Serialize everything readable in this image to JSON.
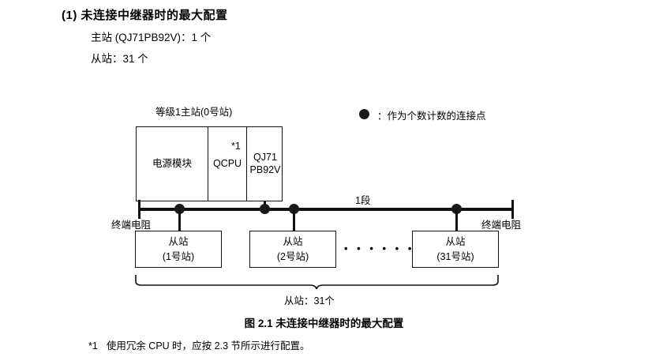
{
  "heading": "(1) 未连接中继器时的最大配置",
  "spec": {
    "master_line": "主站 (QJ71PB92V)：1 个",
    "slave_line": "从站：31 个"
  },
  "legend": {
    "symbol": "●",
    "text": "：作为个数计数的连接点"
  },
  "diagram": {
    "master_label": "等级1主站(0号站)",
    "rack": {
      "power_module": "电源模块",
      "qcpu": "QCPU",
      "qj71_line1": "QJ71",
      "qj71_line2": "PB92V",
      "footnote_mark": "*1"
    },
    "segment_label": "1段",
    "terminator_left": "终端电阻",
    "terminator_right": "终端电阻",
    "slaves": [
      {
        "title": "从站",
        "sub": "(1号站)"
      },
      {
        "title": "从站",
        "sub": "(2号站)"
      },
      {
        "title": "从站",
        "sub": "(31号站)"
      }
    ],
    "ellipsis": "• • • • • •",
    "brace_label": "从站：31个"
  },
  "caption": "图 2.1  未连接中继器时的最大配置",
  "footnote": {
    "mark": "*1",
    "text": "使用冗余 CPU 时，应按 2.3 节所示进行配置。"
  },
  "colors": {
    "ink": "#111111",
    "background": "#ffffff"
  }
}
